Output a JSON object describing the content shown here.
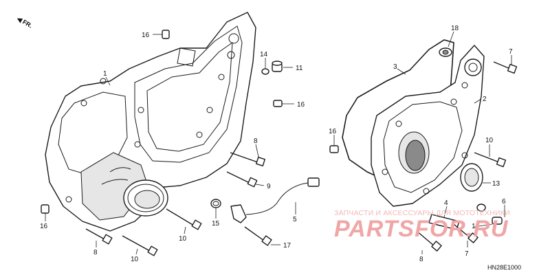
{
  "direction_label": "FR.",
  "diagram_code": "HN28E1000",
  "watermark": {
    "text": "ЗАПЧАСТИ И АКСЕССУАРЫ ДЛЯ МОТОТЕХНИКИ",
    "logo": "PARTSFOR.RU",
    "color": "#f0a6a6"
  },
  "callouts": [
    {
      "id": "c16a",
      "text": "16"
    },
    {
      "id": "c1",
      "text": "1"
    },
    {
      "id": "c14",
      "text": "14"
    },
    {
      "id": "c11",
      "text": "11"
    },
    {
      "id": "c16b",
      "text": "16"
    },
    {
      "id": "c8a",
      "text": "8"
    },
    {
      "id": "c9",
      "text": "9"
    },
    {
      "id": "c15",
      "text": "15"
    },
    {
      "id": "c5",
      "text": "5"
    },
    {
      "id": "c17",
      "text": "17"
    },
    {
      "id": "c10a",
      "text": "10"
    },
    {
      "id": "c16c",
      "text": "16"
    },
    {
      "id": "c8b",
      "text": "8"
    },
    {
      "id": "c10b",
      "text": "10"
    },
    {
      "id": "c18",
      "text": "18"
    },
    {
      "id": "c7a",
      "text": "7"
    },
    {
      "id": "c3",
      "text": "3"
    },
    {
      "id": "c2",
      "text": "2"
    },
    {
      "id": "c16d",
      "text": "16"
    },
    {
      "id": "c10c",
      "text": "10"
    },
    {
      "id": "c13",
      "text": "13"
    },
    {
      "id": "c4",
      "text": "4"
    },
    {
      "id": "c6",
      "text": "6"
    },
    {
      "id": "c12",
      "text": "12"
    },
    {
      "id": "c8c",
      "text": "8"
    },
    {
      "id": "c7b",
      "text": "7"
    }
  ]
}
